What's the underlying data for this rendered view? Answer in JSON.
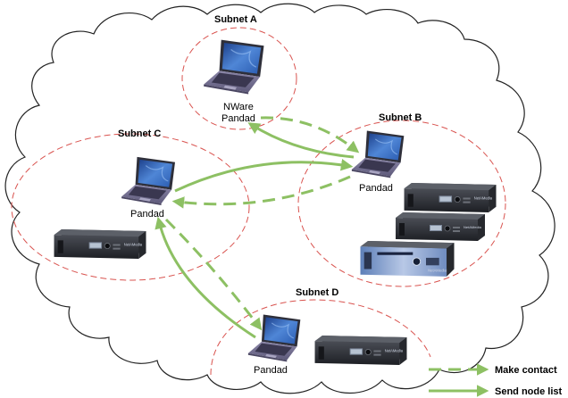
{
  "subnets": [
    {
      "id": "A",
      "title": "Subnet A"
    },
    {
      "id": "B",
      "title": "Subnet B"
    },
    {
      "id": "C",
      "title": "Subnet C"
    },
    {
      "id": "D",
      "title": "Subnet D"
    }
  ],
  "nodes": {
    "a_laptop": {
      "line1": "NWare",
      "line2": "Pandad"
    },
    "b_laptop": {
      "label": "Pandad"
    },
    "c_laptop": {
      "label": "Pandad"
    },
    "d_laptop": {
      "label": "Pandad"
    }
  },
  "legend": {
    "make_contact": "Make contact",
    "send_node_list": "Send node list"
  },
  "colors": {
    "subnet_border": "#d9534f",
    "arrow": "#8dc063",
    "cloud_stroke": "#222222",
    "server_body": "#2b2d33"
  },
  "icons": [
    "laptop-icon",
    "server-icon"
  ]
}
